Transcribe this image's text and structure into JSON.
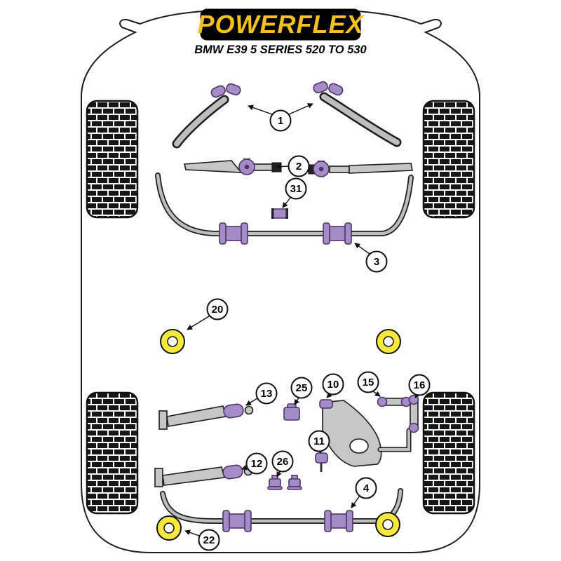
{
  "header": {
    "brand": "POWERFLEX",
    "subtitle": "BMW E39 5 SERIES 520 TO 530"
  },
  "colors": {
    "logo_bg": "#000000",
    "brand_gold": "#F3C11D",
    "bushing_purple": "#A58BC8",
    "bushing_purple_dark": "#4A3566",
    "bushing_yellow": "#F7E83C",
    "metal_gray": "#C6C6C6",
    "outline_black": "#1C1C1C"
  },
  "callouts": {
    "c1": "1",
    "c2": "2",
    "c3": "3",
    "c4": "4",
    "c10": "10",
    "c11": "11",
    "c12": "12",
    "c13": "13",
    "c15": "15",
    "c16": "16",
    "c20": "20",
    "c22": "22",
    "c25": "25",
    "c26": "26",
    "c31": "31"
  }
}
